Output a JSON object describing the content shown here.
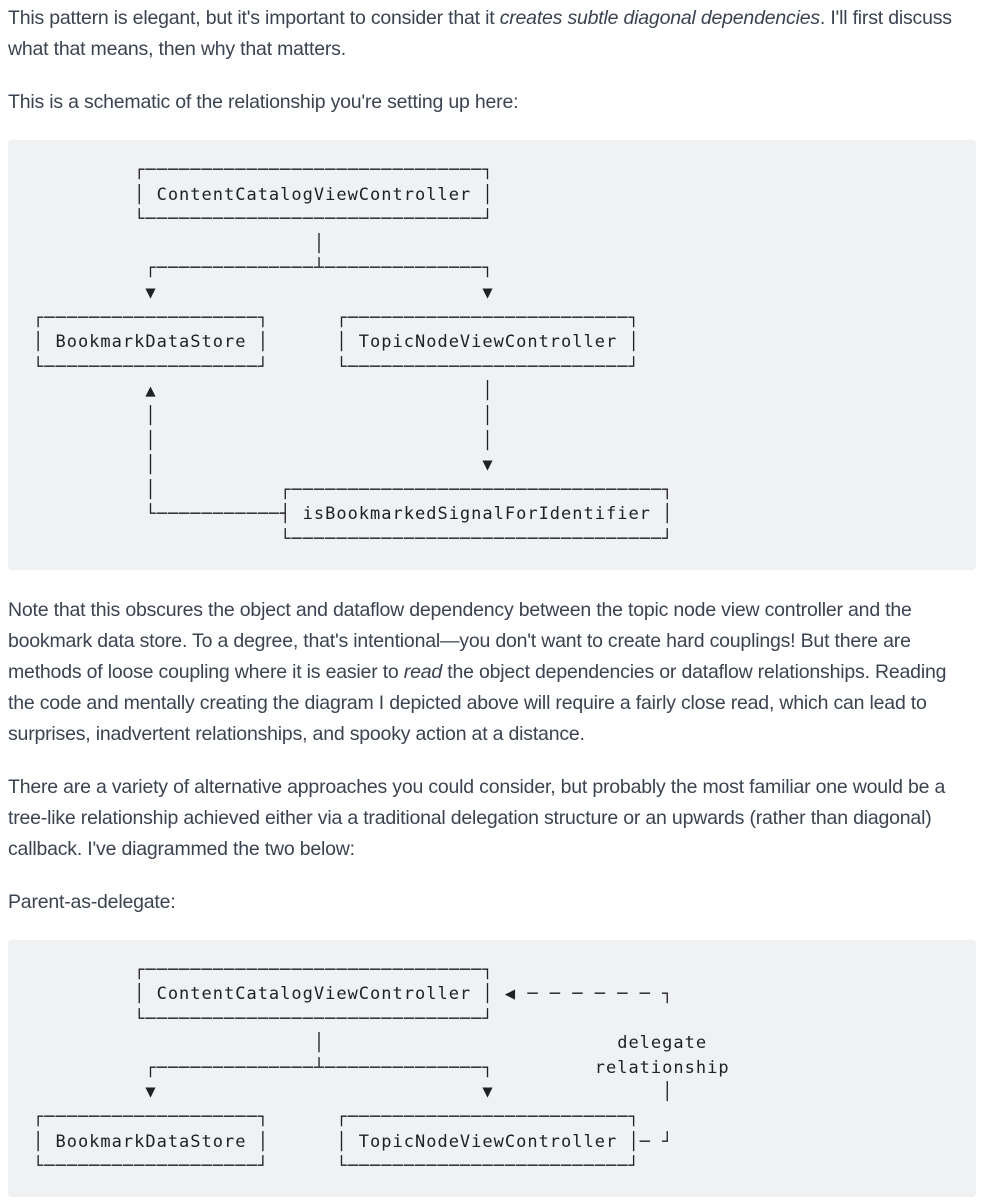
{
  "page": {
    "background_color": "#ffffff",
    "text_color": "#3b4351",
    "code_background_color": "#eff1f2",
    "code_text_color": "#202124"
  },
  "paragraphs": {
    "intro": {
      "segments": [
        {
          "text": "This pattern is elegant, but it's important to consider that it ",
          "italic": false
        },
        {
          "text": "creates subtle diagonal dependencies",
          "italic": true
        },
        {
          "text": ". I'll first discuss what that means, then why that matters.",
          "italic": false
        }
      ]
    },
    "schematic_lead": {
      "segments": [
        {
          "text": "This is a schematic of the relationship you're setting up here:",
          "italic": false
        }
      ]
    },
    "note": {
      "segments": [
        {
          "text": "Note that this obscures the object and dataflow dependency between the topic node view controller and the bookmark data store. To a degree, that's intentional—you don't want to create hard couplings! But there are methods of loose coupling where it is easier to ",
          "italic": false
        },
        {
          "text": "read",
          "italic": true
        },
        {
          "text": " the object dependencies or dataflow relationships. Reading the code and mentally creating the diagram I depicted above will require a fairly close read, which can lead to surprises, inadvertent relationships, and spooky action at a distance.",
          "italic": false
        }
      ]
    },
    "alternatives": {
      "segments": [
        {
          "text": "There are a variety of alternative approaches you could consider, but probably the most familiar one would be a tree-like relationship achieved either via a traditional delegation structure or an upwards (rather than diagonal) callback. I've diagrammed the two below:",
          "italic": false
        }
      ]
    },
    "parent_as_delegate_label": {
      "segments": [
        {
          "text": "Parent-as-delegate:",
          "italic": false
        }
      ]
    }
  },
  "diagrams": {
    "diagonal_dependency": {
      "lines": [
        "         ┌──────────────────────────────┐",
        "         │ ContentCatalogViewController │",
        "         └──────────────────────────────┘",
        "                         │",
        "          ┌──────────────┴──────────────┐",
        "          ▼                             ▼",
        "┌───────────────────┐      ┌─────────────────────────┐",
        "│ BookmarkDataStore │      │ TopicNodeViewController │",
        "└───────────────────┘      └─────────────────────────┘",
        "          ▲                             │",
        "          │                             │",
        "          │                             │",
        "          │                             ▼",
        "          │           ┌─────────────────────────────────┐",
        "          └───────────┤ isBookmarkedSignalForIdentifier │",
        "                      └─────────────────────────────────┘"
      ]
    },
    "parent_as_delegate": {
      "lines": [
        "         ┌──────────────────────────────┐",
        "         │ ContentCatalogViewController │ ◀ ─ ─ ─ ─ ─ ─ ┐",
        "         └──────────────────────────────┘",
        "                         │                          delegate",
        "          ┌──────────────┴──────────────┐         relationship",
        "          ▼                             ▼               │",
        "┌───────────────────┐      ┌─────────────────────────┐",
        "│ BookmarkDataStore │      │ TopicNodeViewController │─ ┘",
        "└───────────────────┘      └─────────────────────────┘"
      ]
    }
  }
}
